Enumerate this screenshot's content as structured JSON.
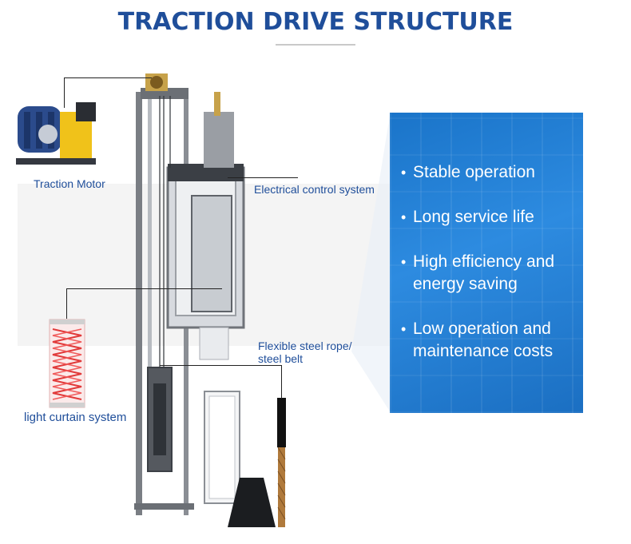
{
  "title": "TRACTION DRIVE STRUCTURE",
  "labels": {
    "traction_motor": "Traction Motor",
    "electrical_control": "Electrical control system",
    "steel_rope_line1": "Flexible steel rope/",
    "steel_rope_line2": "steel belt",
    "light_curtain": "light curtain  system"
  },
  "features": [
    "Stable operation",
    "Long service life",
    "High efficiency and energy saving",
    "Low operation and maintenance costs"
  ],
  "colors": {
    "title": "#1f4e9a",
    "panel": "#2d8be0",
    "label": "#1f4e9a"
  }
}
